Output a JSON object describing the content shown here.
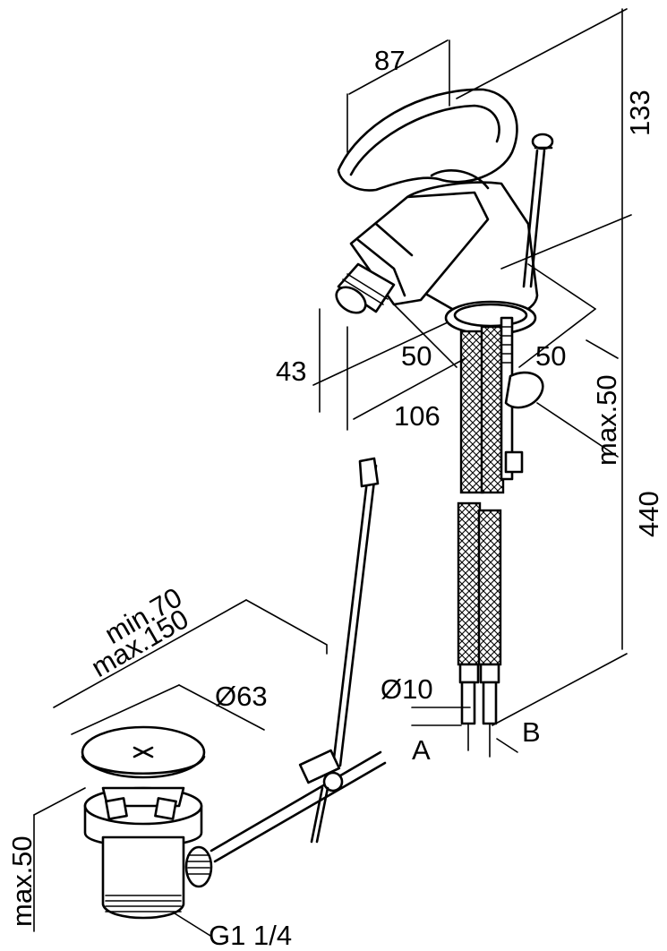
{
  "dimensions": {
    "spout_width": "87",
    "height_total": "133",
    "spout_height": "43",
    "offset_left": "50",
    "offset_right": "50",
    "reach": "106",
    "deck_thickness_tap": "max.50",
    "hose_length": "440",
    "rod_min": "min.70",
    "rod_max": "max.150",
    "waste_diameter": "Ø63",
    "hose_diameter": "Ø10",
    "deck_thickness_waste": "max.50",
    "waste_thread": "G1 1/4"
  },
  "connections": {
    "a": "A",
    "b": "B"
  }
}
